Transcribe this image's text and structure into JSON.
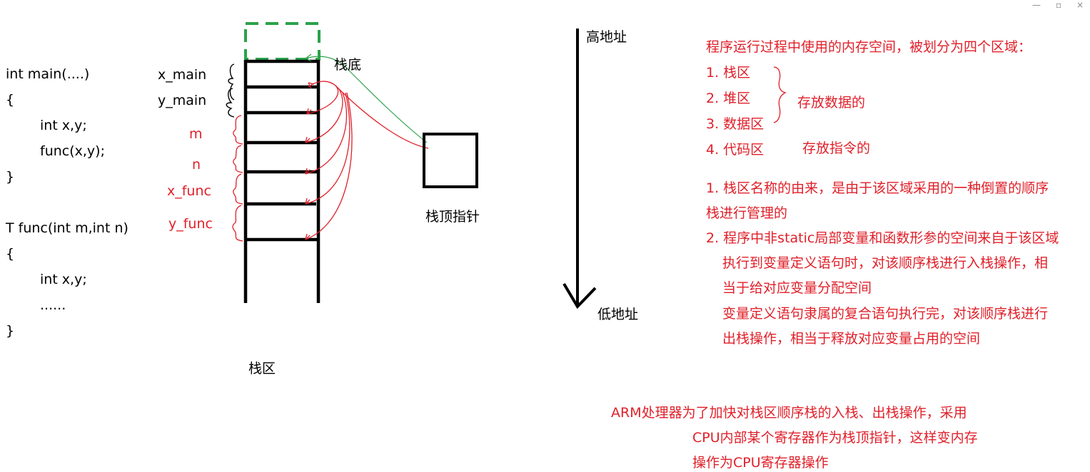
{
  "window": {
    "minimize": "—",
    "maximize": "▫",
    "close": "×"
  },
  "code": [
    "int main(....)",
    "{",
    "int x,y;",
    "func(x,y);",
    "}",
    "T func(int m,int n)",
    "{",
    "int x,y;",
    "......",
    "}"
  ],
  "stack": {
    "labels_black": [
      "x_main",
      "y_main"
    ],
    "labels_red": [
      "m",
      "n",
      "x_func",
      "y_func"
    ],
    "bottom_label": "栈底",
    "top_pointer_label": "栈顶指针",
    "area_label": "栈区"
  },
  "address": {
    "high": "高地址",
    "low": "低地址"
  },
  "regions": {
    "title": "程序运行过程中使用的内存空间，被划分为四个区域：",
    "items": [
      "1. 栈区",
      "2. 堆区",
      "3. 数据区",
      "4. 代码区"
    ],
    "data_note": "存放数据的",
    "code_note": "存放指令的"
  },
  "stack_notes": {
    "n1_line1": "1. 栈区名称的由来，是由于该区域采用的一种倒置的顺序",
    "n1_line2": "栈进行管理的",
    "n2_line1": "2. 程序中非static局部变量和函数形参的空间来自于该区域",
    "n2_line2": "执行到变量定义语句时，对该顺序栈进行入栈操作，相",
    "n2_line3": "当于给对应变量分配空间",
    "n2_line4": "变量定义语句隶属的复合语句执行完，对该顺序栈进行",
    "n2_line5": "出栈操作，相当于释放对应变量占用的空间"
  },
  "arm_note": {
    "line1": "ARM处理器为了加快对栈区顺序栈的入栈、出栈操作，采用",
    "line2": "CPU内部某个寄存器作为栈顶指针，这样变内存",
    "line3": "操作为CPU寄存器操作"
  }
}
